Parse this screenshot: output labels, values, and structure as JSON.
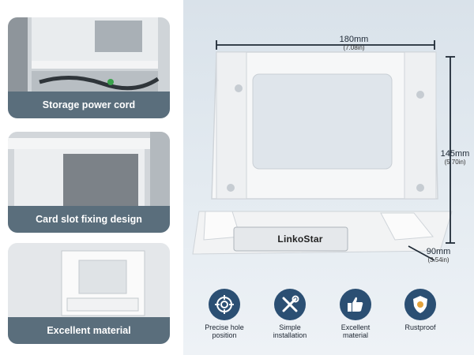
{
  "left_cards": [
    {
      "caption": "Storage power cord"
    },
    {
      "caption": "Card slot fixing design"
    },
    {
      "caption": "Excellent material"
    }
  ],
  "dimensions": {
    "width": {
      "main": "180mm",
      "sub": "(7.08in)"
    },
    "height": {
      "main": "145mm",
      "sub": "(5.70in)"
    },
    "depth": {
      "main": "90mm",
      "sub": "(3.54in)"
    }
  },
  "brand": "LinkoStar",
  "features": [
    {
      "icon": "target-crosshair-icon",
      "label_lines": [
        "Precise hole",
        "position"
      ]
    },
    {
      "icon": "wrench-screwdriver-icon",
      "label_lines": [
        "Simple",
        "installation"
      ]
    },
    {
      "icon": "thumbs-up-icon",
      "label_lines": [
        "Excellent",
        "material"
      ]
    },
    {
      "icon": "rust-shield-icon",
      "label_lines": [
        "Rustproof"
      ]
    }
  ],
  "colors": {
    "caption_bg": "#5a6e7c",
    "icon_bg": "#2b4f73",
    "dimension_line": "#1f2a36"
  }
}
